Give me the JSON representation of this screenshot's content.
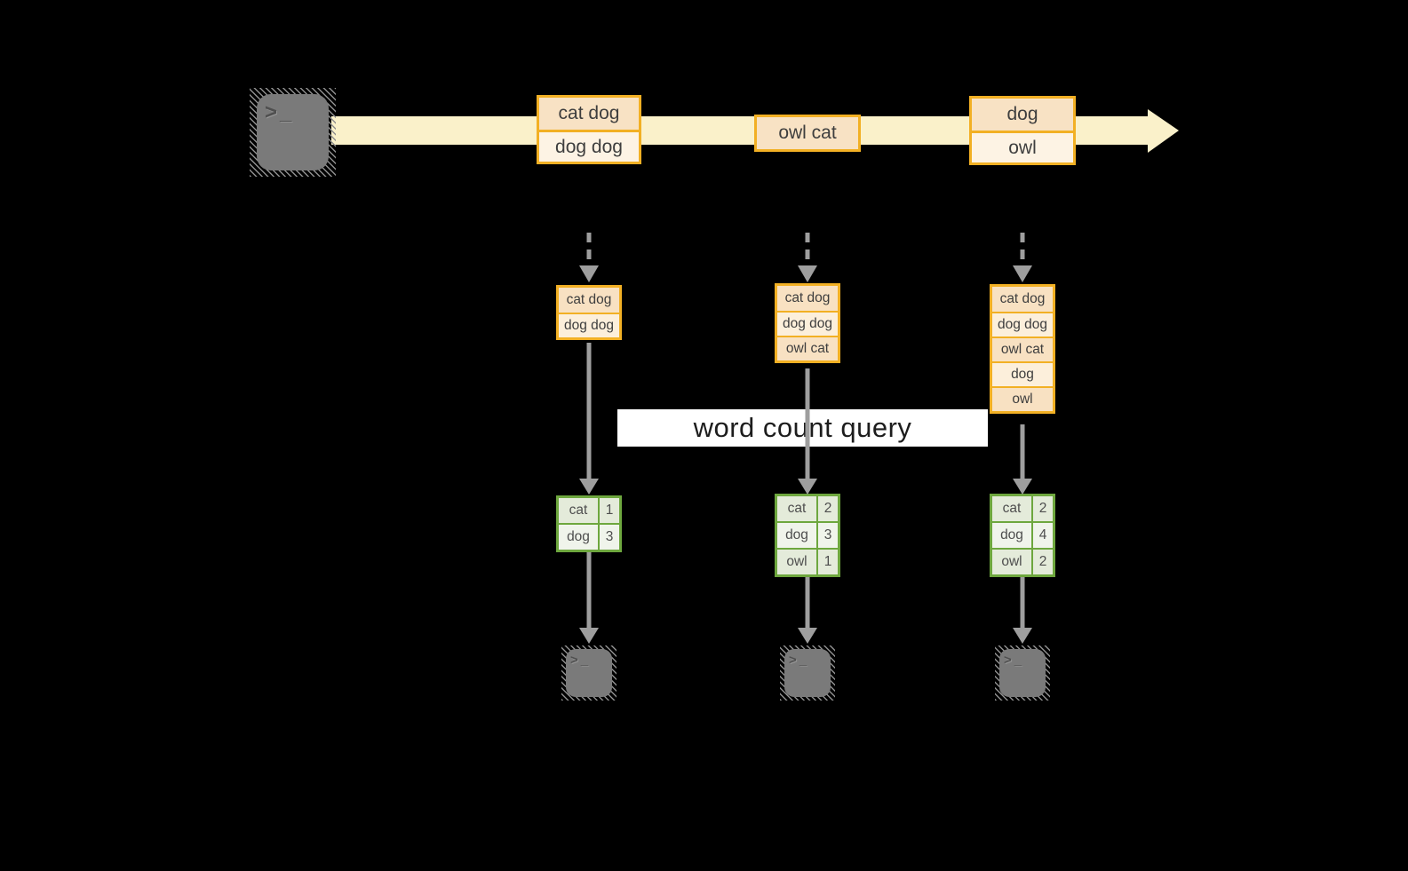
{
  "colors": {
    "accent_orange": "#F2B024",
    "stream_band": "#FAF1CA",
    "batch_row_dark": "#F8E2C4",
    "batch_row_light": "#FDF3E4",
    "result_green": "#6EA73E",
    "arrow_gray": "#9E9E9E",
    "terminal_gray": "#7A7A7A"
  },
  "terminal": {
    "chevron": ">",
    "underscore": "_"
  },
  "stream": {
    "batches": [
      {
        "rows": [
          "cat dog",
          "dog dog"
        ]
      },
      {
        "rows": [
          "owl cat"
        ]
      },
      {
        "rows": [
          "dog",
          "owl"
        ]
      }
    ]
  },
  "states": [
    {
      "rows": [
        "cat dog",
        "dog dog"
      ]
    },
    {
      "rows": [
        "cat dog",
        "dog dog",
        "owl cat"
      ]
    },
    {
      "rows": [
        "cat dog",
        "dog dog",
        "owl cat",
        "dog",
        "owl"
      ]
    }
  ],
  "query": {
    "label": "word count query"
  },
  "results": [
    {
      "rows": [
        {
          "word": "cat",
          "count": "1"
        },
        {
          "word": "dog",
          "count": "3"
        }
      ]
    },
    {
      "rows": [
        {
          "word": "cat",
          "count": "2"
        },
        {
          "word": "dog",
          "count": "3"
        },
        {
          "word": "owl",
          "count": "1"
        }
      ]
    },
    {
      "rows": [
        {
          "word": "cat",
          "count": "2"
        },
        {
          "word": "dog",
          "count": "4"
        },
        {
          "word": "owl",
          "count": "2"
        }
      ]
    }
  ]
}
